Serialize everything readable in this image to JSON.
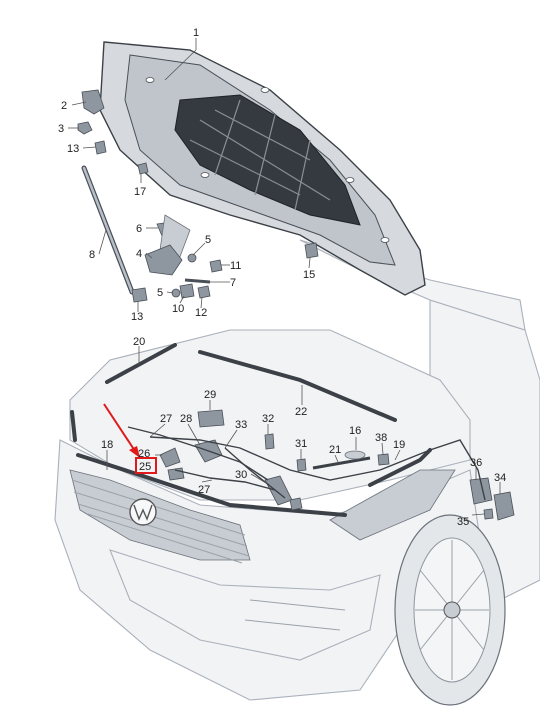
{
  "highlight": {
    "color": "#e01a1a",
    "label_index": 26
  },
  "labels": [
    "1",
    "2",
    "3",
    "13",
    "17",
    "6",
    "4",
    "5",
    "11",
    "7",
    "8",
    "5",
    "10",
    "12",
    "13",
    "15",
    "20",
    "22",
    "27",
    "28",
    "29",
    "32",
    "33",
    "31",
    "16",
    "38",
    "21",
    "19",
    "18",
    "26",
    "25",
    "30",
    "27",
    "36",
    "34",
    "35"
  ]
}
